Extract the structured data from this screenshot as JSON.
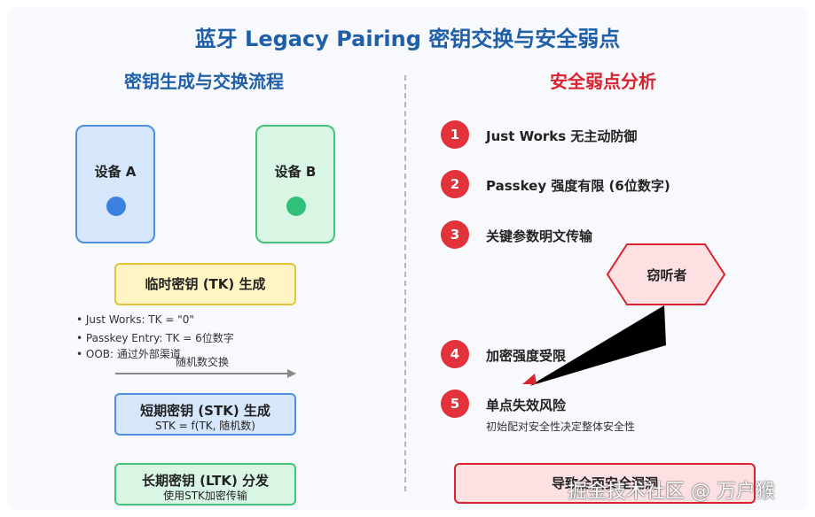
{
  "title": "蓝牙 Legacy Pairing 密钥交换与安全弱点",
  "left": {
    "title": "密钥生成与交换流程",
    "device_a": "设备 A",
    "device_b": "设备 B",
    "tk_stage": "临时密钥 (TK) 生成",
    "tk_methods": [
      "• Just Works: TK = \"0\"",
      "• Passkey Entry: TK = 6位数字",
      "• OOB: 通过外部渠道"
    ],
    "random_exchange": "随机数交换",
    "stk_stage": "短期密钥 (STK) 生成",
    "stk_formula": "STK = f(TK, 随机数)",
    "ltk_stage": "长期密钥 (LTK) 分发",
    "ltk_note": "使用STK加密传输"
  },
  "right": {
    "title": "安全弱点分析",
    "weaknesses": [
      {
        "num": "1",
        "label": "Just Works 无主动防御"
      },
      {
        "num": "2",
        "label": "Passkey 强度有限 (6位数字)"
      },
      {
        "num": "3",
        "label": "关键参数明文传输"
      },
      {
        "num": "4",
        "label": "加密强度受限"
      },
      {
        "num": "5",
        "label": "单点失效风险"
      }
    ],
    "weakness5_note": "初始配对安全性决定整体安全性",
    "eavesdropper": "窃听者",
    "result": "导致全面安全漏洞"
  },
  "watermark": "掘金技术社区 @ 万户猴",
  "colors": {
    "title_blue": "#1f5fa8",
    "warning_red": "#d9232e",
    "device_a_blue": "#3b82e0",
    "device_b_green": "#2fc07a",
    "tk_yellow": "#fff4c2"
  }
}
